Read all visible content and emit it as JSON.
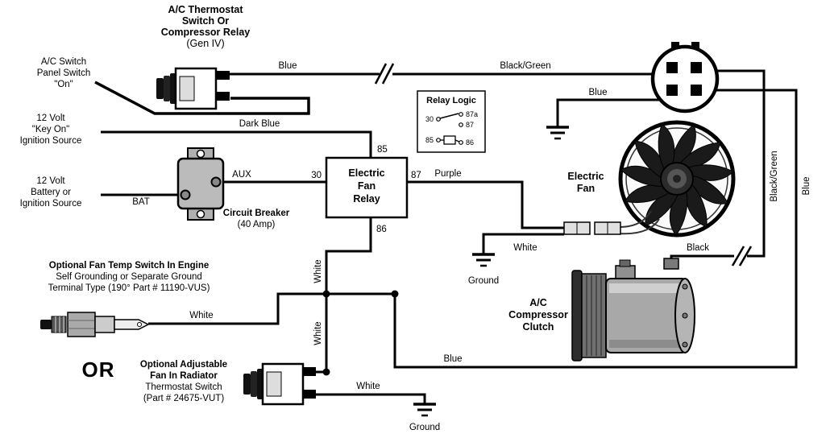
{
  "colors": {
    "ink": "#000000",
    "background": "#ffffff"
  },
  "title": {
    "l1": "A/C Thermostat",
    "l2": "Switch Or",
    "l3": "Compressor Relay",
    "l4": "(Gen IV)"
  },
  "ac_switch_label": {
    "l1": "A/C Switch",
    "l2": "Panel Switch",
    "l3": "\"On\""
  },
  "key_on_label": {
    "l1": "12 Volt",
    "l2": "\"Key On\"",
    "l3": "Ignition Source"
  },
  "battery_label": {
    "l1": "12 Volt",
    "l2": "Battery or",
    "l3": "Ignition Source"
  },
  "breaker": {
    "bat": "BAT",
    "aux": "AUX",
    "name": "Circuit Breaker",
    "rating": "(40 Amp)"
  },
  "relay": {
    "name_l1": "Electric",
    "name_l2": "Fan",
    "name_l3": "Relay",
    "pin85": "85",
    "pin30": "30",
    "pin87": "87",
    "pin86": "86"
  },
  "relay_logic": {
    "title": "Relay Logic",
    "p30": "30",
    "p87a": "87a",
    "p87": "87",
    "p85": "85",
    "p86": "86"
  },
  "fan_label": {
    "l1": "Electric",
    "l2": "Fan"
  },
  "compressor_label": {
    "l1": "A/C",
    "l2": "Compressor",
    "l3": "Clutch"
  },
  "engine_switch_label": {
    "l1": "Optional Fan Temp Switch In Engine",
    "l2": "Self Grounding or Separate Ground",
    "l3": "Terminal Type (190° Part # 11190-VUS)"
  },
  "or_text": "OR",
  "radiator_switch_label": {
    "l1": "Optional Adjustable",
    "l2": "Fan In Radiator",
    "l3": "Thermostat Switch",
    "l4": "(Part # 24675-VUT)"
  },
  "wire_labels": {
    "blue_top": "Blue",
    "black_green_top": "Black/Green",
    "dark_blue": "Dark Blue",
    "purple": "Purple",
    "blue_connector": "Blue",
    "black_green_vertical": "Black/Green",
    "blue_vertical": "Blue",
    "white_fan": "White",
    "ground_fan": "Ground",
    "black_compressor": "Black",
    "white_engine": "White",
    "white_vertical_1": "White",
    "white_vertical_2": "White",
    "white_bottom": "White",
    "ground_bottom": "Ground",
    "blue_bottom": "Blue"
  }
}
